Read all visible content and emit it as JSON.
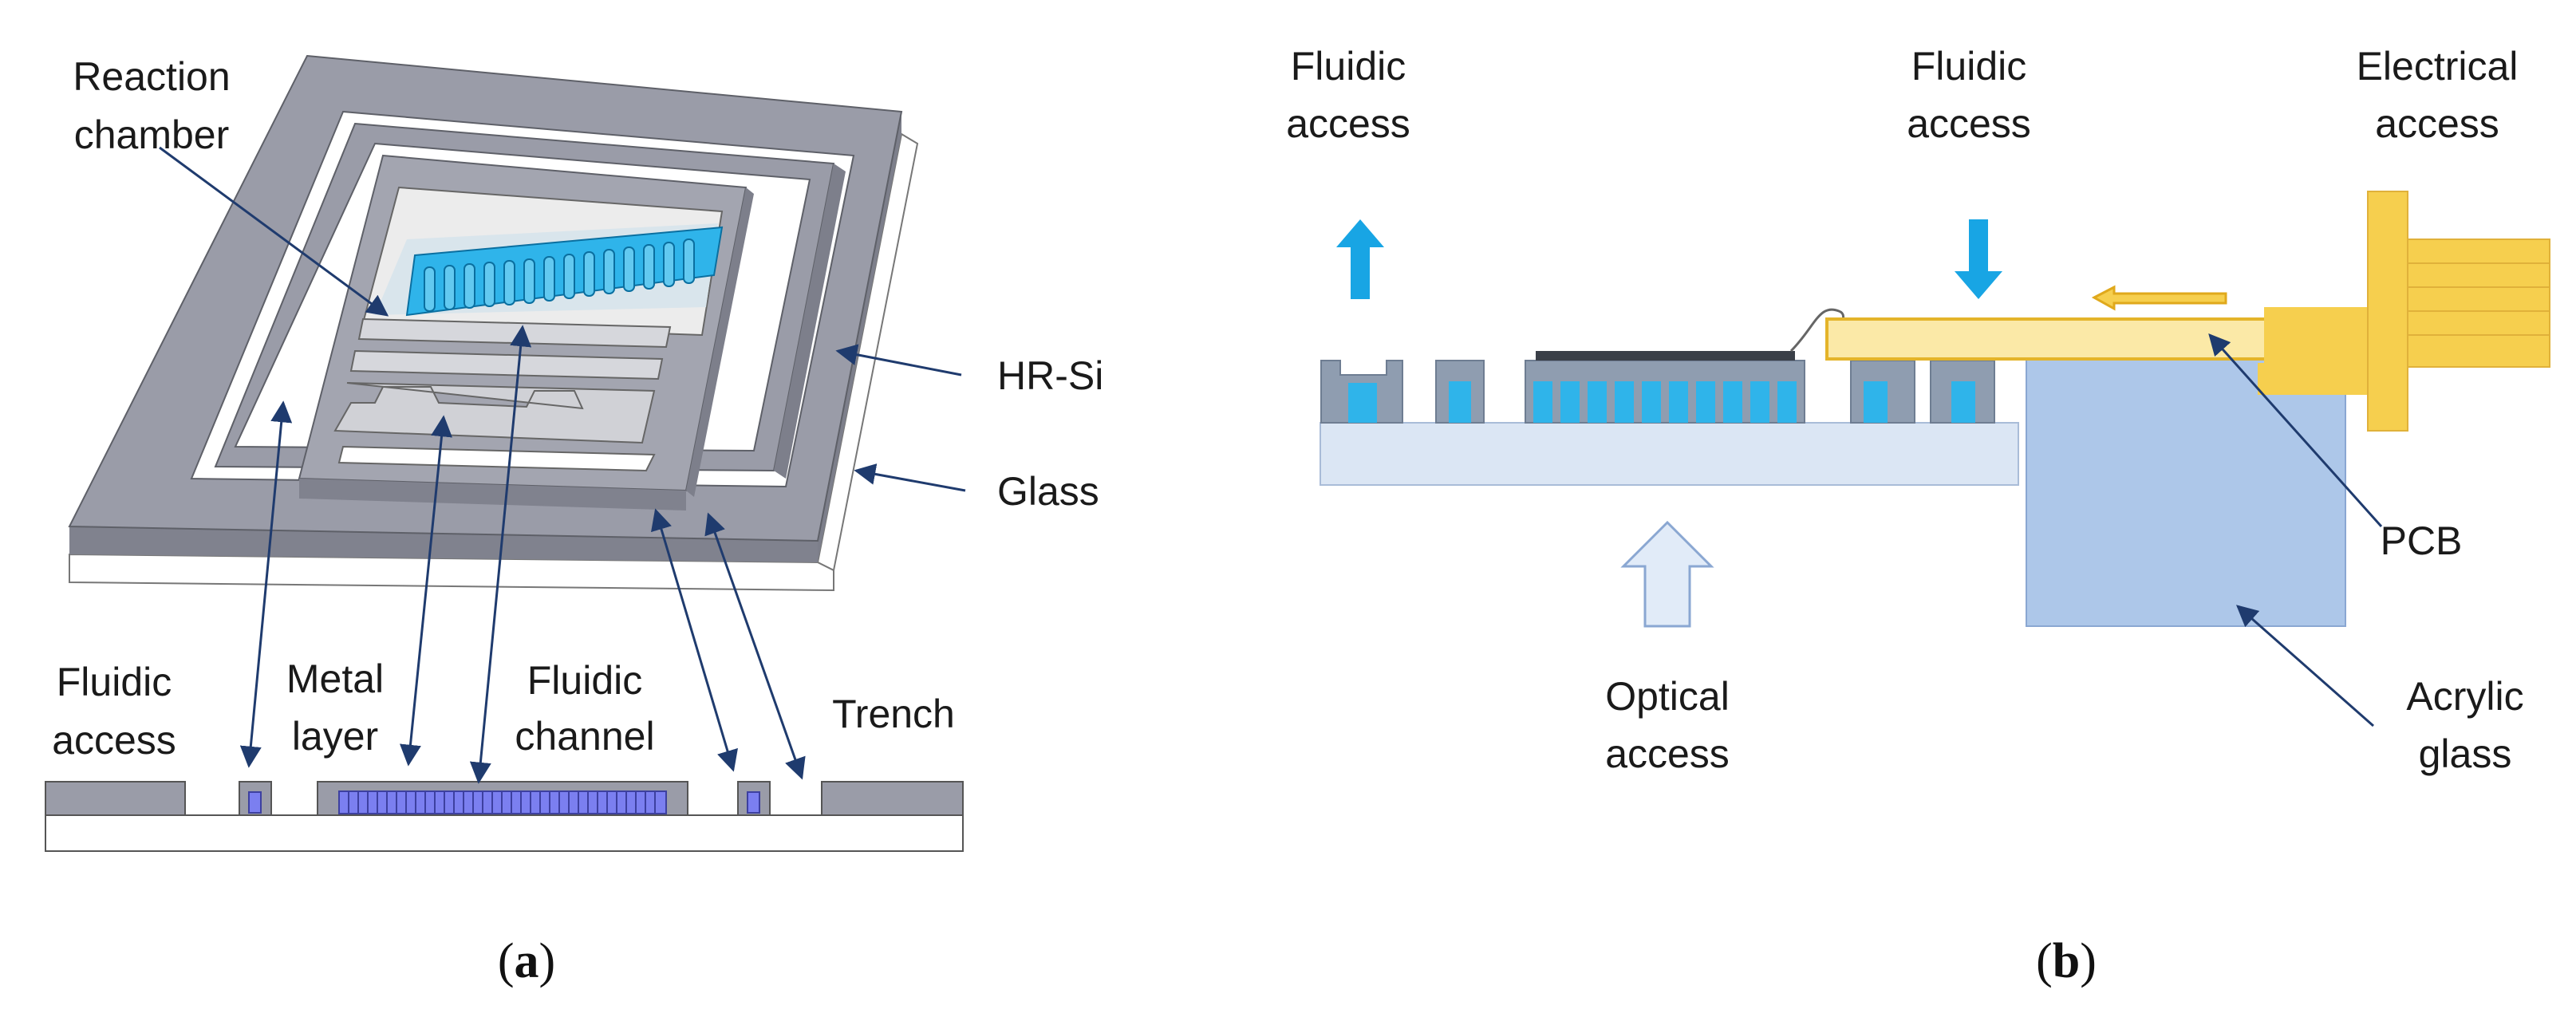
{
  "panel_a": {
    "caption_open": "(",
    "caption_letter": "a",
    "caption_close": ")",
    "labels": {
      "reaction_1": "Reaction",
      "reaction_2": "chamber",
      "hrsi": "HR-Si",
      "glass": "Glass",
      "fluidic_access_1": "Fluidic",
      "fluidic_access_2": "access",
      "metal_1": "Metal",
      "metal_2": "layer",
      "channel_1": "Fluidic",
      "channel_2": "channel",
      "trench": "Trench"
    }
  },
  "panel_b": {
    "caption_open": "(",
    "caption_letter": "b",
    "caption_close": ")",
    "labels": {
      "fluidic_left_1": "Fluidic",
      "fluidic_left_2": "access",
      "fluidic_mid_1": "Fluidic",
      "fluidic_mid_2": "access",
      "electrical_1": "Electrical",
      "electrical_2": "access",
      "pcb": "PCB",
      "optical_1": "Optical",
      "optical_2": "access",
      "acrylic_1": "Acrylic",
      "acrylic_2": "glass"
    }
  },
  "colors": {
    "silicon_top": "#9a9ca8",
    "silicon_side": "#7d7f8b",
    "glass": "#ffffff",
    "fluid": "#2fb4ea",
    "metal": "#7b7ff0",
    "pcb": "#f6cf4e",
    "acrylic": "#adc7e9",
    "arrow_line": "#1f3b6e"
  }
}
